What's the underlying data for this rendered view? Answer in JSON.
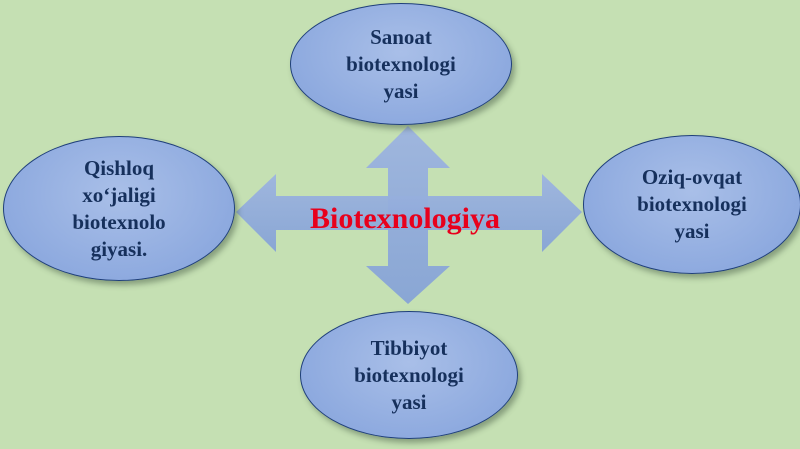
{
  "diagram": {
    "center": {
      "label": "Biotexnologiya"
    },
    "nodes": {
      "top": {
        "label": "Sanoat\nbiotexnologi\nyasi"
      },
      "left": {
        "label": "Qishloq\nxo‘jaligi\nbiotexnolo\ngiyasi."
      },
      "right": {
        "label": "Oziq-ovqat\nbiotexnologi\nyasi"
      },
      "bottom": {
        "label": "Tibbiyot\nbiotexnologi\nyasi"
      }
    }
  },
  "colors": {
    "background": "#c5e0b3",
    "arrow_fill": "#8eaadb",
    "node_fill": "#8eaadf",
    "node_border": "#1f3f7a",
    "node_text": "#16305c",
    "center_text": "#e8001c"
  }
}
